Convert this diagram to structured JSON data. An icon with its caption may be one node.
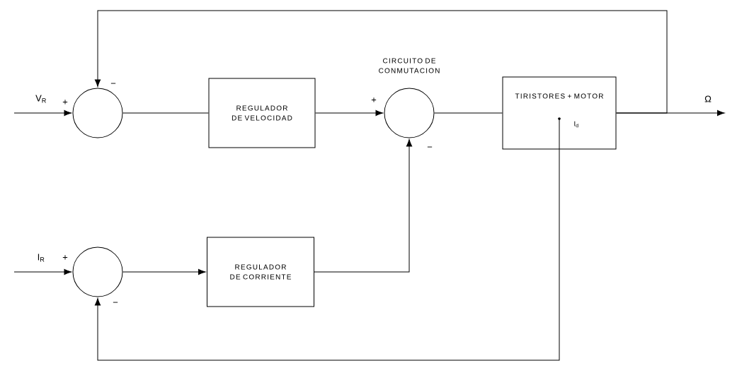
{
  "diagram": {
    "nodes": [
      {
        "text": [],
        "shape": "circle"
      },
      {
        "text": [
          "REGULADOR DE VELOCIDAD"
        ]
      },
      {
        "text": [],
        "shape": "circle",
        "beside": [
          "CIRCUITO DE CONMUTACION"
        ]
      },
      {
        "text": [
          "TIRISTORES + MOTOR",
          "I$_{d}$"
        ]
      },
      {
        "text": [],
        "shape": "circle"
      },
      {
        "text": [
          "REGULADOR DE CORRIENTE"
        ]
      }
    ],
    "edges": [
      {
        "from": null,
        "to": 0,
        "arrow": "to",
        "label": "V$_{R}$"
      },
      {
        "from": 0,
        "to": 1,
        "arrow": "none"
      },
      {
        "from": 1,
        "to": 2,
        "arrow": "to"
      },
      {
        "from": 2,
        "to": 3,
        "arrow": "none"
      },
      {
        "from": 3,
        "to": null,
        "arrow": "to",
        "label": "Ω"
      },
      {
        "from": 3,
        "to": 0,
        "arrow": "to"
      },
      {
        "from": null,
        "to": 4,
        "arrow": "to",
        "label": "I$_{R}$"
      },
      {
        "from": 4,
        "to": 5,
        "arrow": "to"
      },
      {
        "from": 5,
        "to": 2,
        "arrow": "to"
      },
      {
        "from": 3,
        "to": 4,
        "arrow": "to"
      }
    ],
    "labels": [
      "+",
      "−",
      "+",
      "−",
      "+",
      "−"
    ]
  }
}
